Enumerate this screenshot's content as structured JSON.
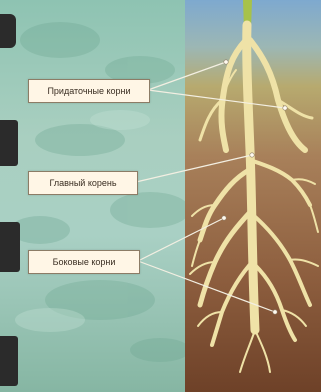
{
  "diagram": {
    "labels": {
      "adventitious": "Придаточные корни",
      "main": "Главный корень",
      "lateral": "Боковые  корни"
    },
    "colors": {
      "root": "#efe2a7",
      "root_outline": "#c8b67b",
      "stem": "#a7c24a",
      "leader": "#f3efe2",
      "soil_top": "#b7aa6f",
      "soil_bottom": "#6e4128",
      "sky": "#7ea9cf",
      "forest": "#a9cfc0"
    }
  }
}
